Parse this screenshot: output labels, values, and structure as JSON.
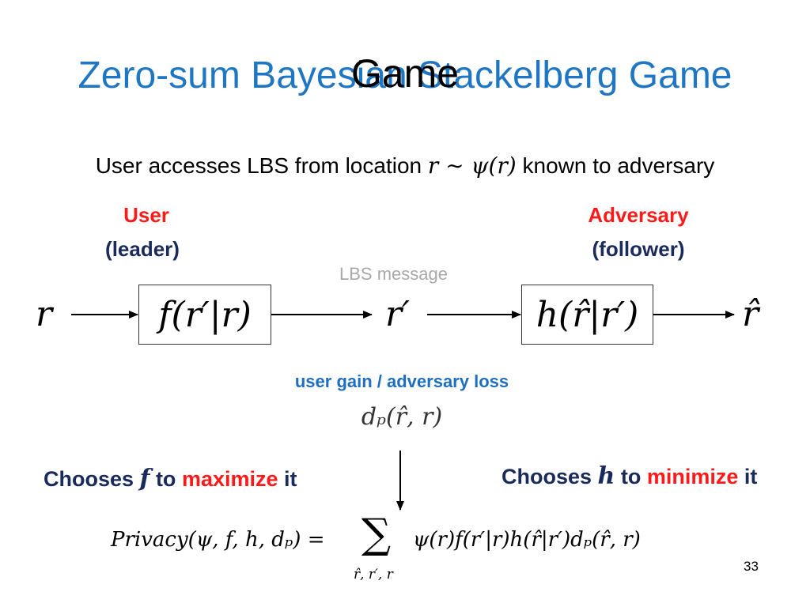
{
  "slide": {
    "title": "Zero-sum Bayesian Stackelberg Game",
    "title_overlay": "Game",
    "subtitle_before": "User accesses LBS from location ",
    "subtitle_math": "r ∼ ψ(r)",
    "subtitle_after": " known to adversary",
    "page_number": "33"
  },
  "roles": {
    "user": {
      "name": "User",
      "role": "(leader)"
    },
    "adversary": {
      "name": "Adversary",
      "role": "(follower)"
    }
  },
  "diagram": {
    "input": "r",
    "user_box": "f(r′|r)",
    "message_label": "LBS message",
    "message": "r′",
    "adversary_box": "h(r̂|r′)",
    "output": "r̂"
  },
  "gain": {
    "label": "user gain / adversary loss",
    "formula": "dₚ(r̂, r)"
  },
  "choices": {
    "user": {
      "prefix": "Chooses ",
      "var": "f",
      "mid": " to ",
      "verb": "maximize",
      "suffix": " it"
    },
    "adversary": {
      "prefix": "Chooses ",
      "var": "h",
      "mid": " to ",
      "verb": "minimize",
      "suffix": " it"
    }
  },
  "privacy": {
    "lhs": "Privacy(ψ, f, h, dₚ) = ",
    "sum": "∑",
    "sum_sub": "r̂, r′, r",
    "rhs": "ψ(r)f(r′|r)h(r̂|r′)dₚ(r̂, r)"
  },
  "colors": {
    "title": "#1f77c4",
    "red": "#ff1a1a",
    "navy": "#1a2a5c",
    "blue": "#1f6fc0",
    "gray": "#a9a9a9"
  }
}
